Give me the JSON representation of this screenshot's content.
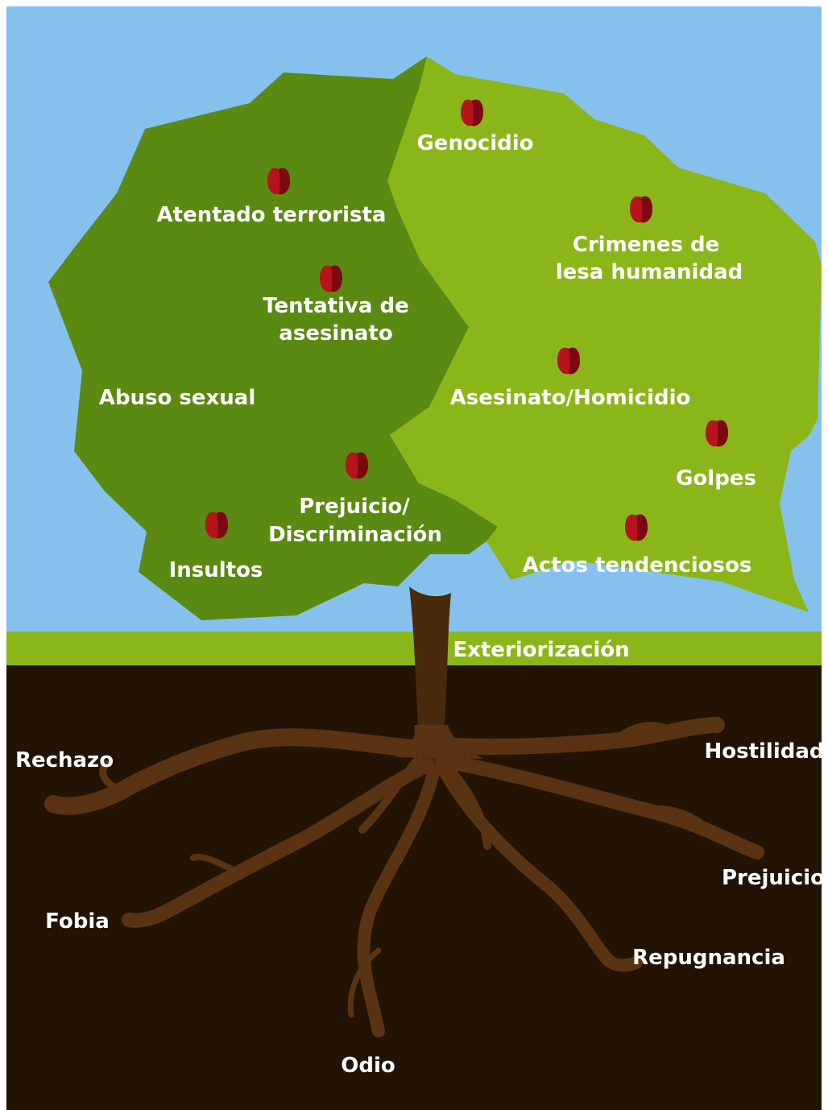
{
  "colors": {
    "sky": "#86C1EE",
    "frame": "#FFFFFF",
    "tree_dark": "#5A8A12",
    "tree_light": "#8BB61A",
    "grass": "#8BB61A",
    "soil": "#231305",
    "trunk": "#4A2A0C",
    "roots": "#5A3312",
    "apple": "#B5141C",
    "apple_shade": "#7A0A10",
    "label_text": "#FFFFFF"
  },
  "tree": {
    "labels": {
      "genocidio": "Genocidio",
      "atentado_terrorista": "Atentado terrorista",
      "crimenes_line1": "Crimenes de",
      "crimenes_line2": "lesa humanidad",
      "tentativa_line1": "Tentativa de",
      "tentativa_line2": "asesinato",
      "abuso_sexual": "Abuso sexual",
      "asesinato_homicidio": "Asesinato/Homicidio",
      "golpes": "Golpes",
      "prejuicio_line1": "Prejuicio/",
      "prejuicio_line2": "Discriminación",
      "insultos": "Insultos",
      "actos_tendenciosos": "Actos tendenciosos"
    },
    "apple_icon": "apple-icon"
  },
  "ground": {
    "label": "Exteriorización"
  },
  "roots": {
    "rechazo": "Rechazo",
    "hostilidad": "Hostilidad",
    "prejuicio": "Prejuicio",
    "fobia": "Fobia",
    "repugnancia": "Repugnancia",
    "odio": "Odio"
  }
}
